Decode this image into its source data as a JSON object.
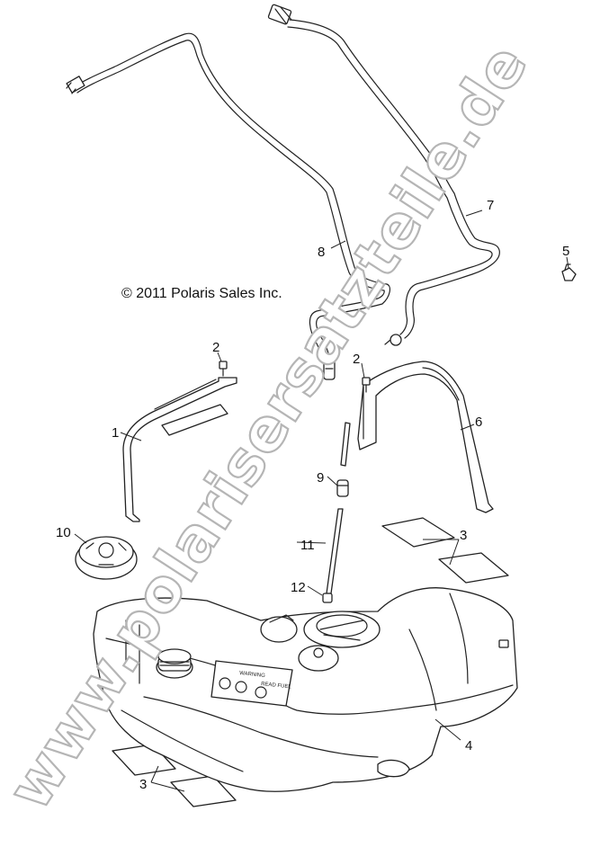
{
  "copyright": "© 2011 Polaris Sales Inc.",
  "watermark": "www.polarisersatzteile.de",
  "colors": {
    "line": "#222222",
    "watermark_stroke": "#b5b5b5",
    "background": "#ffffff"
  },
  "callouts": {
    "c1": "1",
    "c2a": "2",
    "c2b": "2",
    "c3a": "3",
    "c3b": "3",
    "c4": "4",
    "c5": "5",
    "c6": "6",
    "c7": "7",
    "c8": "8",
    "c9": "9",
    "c10": "10",
    "c11": "11",
    "c12": "12"
  },
  "tank_label": {
    "line1": "WARNING",
    "line2": "READ FUEL"
  }
}
